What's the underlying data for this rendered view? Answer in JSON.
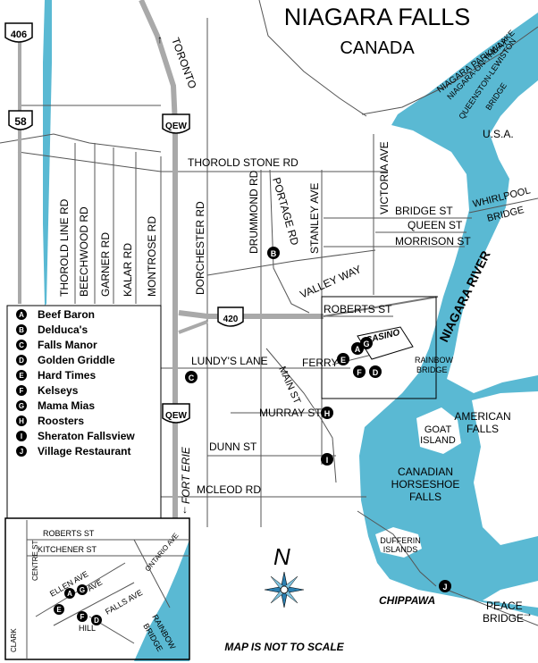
{
  "title": "NIAGARA FALLS",
  "subtitle": "CANADA",
  "country_usa": "U.S.A.",
  "note": "MAP IS NOT TO SCALE",
  "north_symbol": "N",
  "shields": {
    "h406": "406",
    "h58": "58",
    "qew_top": "QEW",
    "qew_bottom": "QEW",
    "h420": "420"
  },
  "roads": {
    "toronto": "TORONTO",
    "niagara_parkway": "NIAGARA PARKWAY",
    "niagara_on_the_lake": "NIAGARA-ON-THE-LAKE",
    "queenston_lewiston": "QUEENSTON-LEWISTON",
    "bridge": "BRIDGE",
    "thorold_stone": "THOROLD STONE RD",
    "victoria": "VICTORIA AVE",
    "bridge_st": "BRIDGE ST",
    "queen_st": "QUEEN ST",
    "morrison_st": "MORRISON ST",
    "whirlpool": "WHIRLPOOL",
    "whirlpool_bridge": "BRIDGE",
    "thorold_line": "THOROLD LINE RD",
    "beechwood": "BEECHWOOD RD",
    "garner": "GARNER RD",
    "kalar": "KALAR RD",
    "montrose": "MONTROSE RD",
    "dorchester": "DORCHESTER RD",
    "drummond": "DRUMMOND RD",
    "portage": "PORTAGE RD",
    "stanley": "STANLEY AVE",
    "valley_way": "VALLEY WAY",
    "roberts_st": "ROBERTS ST",
    "lundys_lane": "LUNDY'S LANE",
    "ferry": "FERRY",
    "main_st": "MAIN ST",
    "murray_st": "MURRAY ST",
    "dunn_st": "DUNN ST",
    "mcleod": "MCLEOD RD",
    "fort_erie": "FORT ERIE",
    "niagara_river": "NIAGARA RIVER",
    "rainbow": "RAINBOW",
    "rainbow_bridge": "BRIDGE",
    "american_falls_1": "AMERICAN",
    "american_falls_2": "FALLS",
    "goat_1": "GOAT",
    "goat_2": "ISLAND",
    "canadian_1": "CANADIAN",
    "canadian_2": "HORSESHOE",
    "canadian_3": "FALLS",
    "dufferin_1": "DUFFERIN",
    "dufferin_2": "ISLANDS",
    "chippawa": "CHIPPAWA",
    "peace_1": "PEACE",
    "peace_2": "BRIDGE",
    "casino": "CASINO"
  },
  "legend": [
    {
      "key": "A",
      "label": "Beef Baron"
    },
    {
      "key": "B",
      "label": "Delduca's"
    },
    {
      "key": "C",
      "label": "Falls Manor"
    },
    {
      "key": "D",
      "label": "Golden Griddle"
    },
    {
      "key": "E",
      "label": "Hard Times"
    },
    {
      "key": "F",
      "label": "Kelseys"
    },
    {
      "key": "G",
      "label": "Mama Mias"
    },
    {
      "key": "H",
      "label": "Roosters"
    },
    {
      "key": "I",
      "label": "Sheraton Fallsview"
    },
    {
      "key": "J",
      "label": "Village Restaurant"
    }
  ],
  "markers": {
    "b": "B",
    "c": "C",
    "h": "H",
    "i": "I",
    "j": "J",
    "a": "A",
    "g": "G",
    "e": "E",
    "f": "F",
    "d": "D"
  },
  "inset": {
    "roberts_st": "ROBERTS ST",
    "kitchener_st": "KITCHENER ST",
    "centre_st": "CENTRE ST",
    "ellen_ave": "ELLEN AVE",
    "ave": "AVE",
    "ontario_ave": "ONTARIO AVE",
    "falls_ave": "FALLS AVE",
    "hill": "HILL",
    "clark": "CLARK",
    "rainbow": "RAINBOW",
    "bridge": "BRIDGE",
    "markers": {
      "a": "A",
      "g": "G",
      "e": "E",
      "f": "F",
      "d": "D"
    }
  },
  "colors": {
    "water": "#5ab9d3",
    "highway": "#a9a9a9",
    "road": "#555555",
    "boundary": "#000000"
  }
}
